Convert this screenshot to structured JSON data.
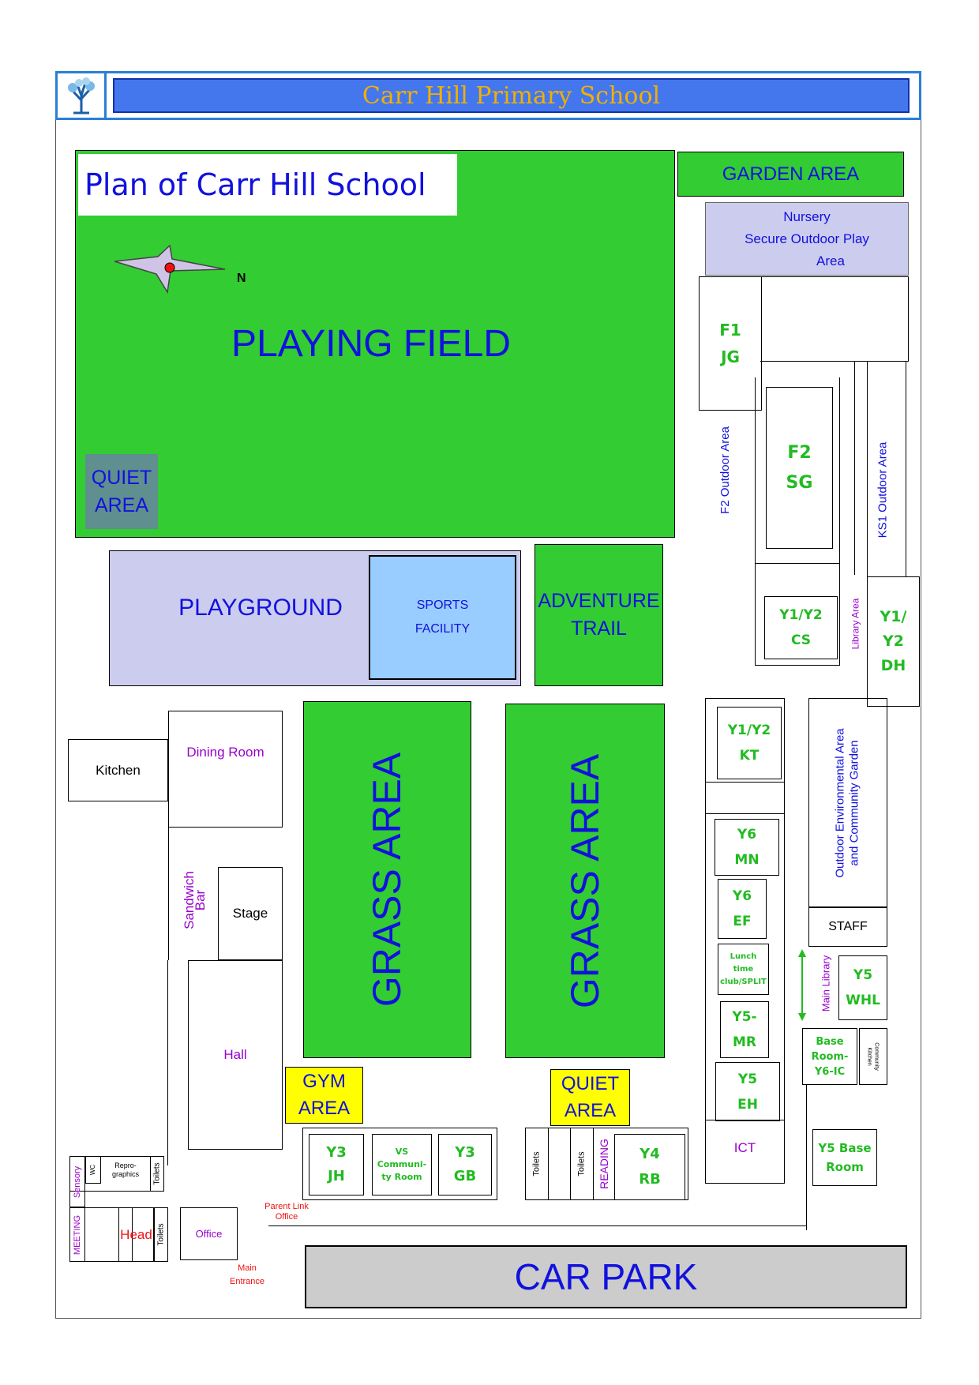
{
  "header": {
    "title": "Carr Hill Primary School",
    "logo_icon": "tree-icon"
  },
  "map_title": "Plan of Carr Hill School",
  "compass": {
    "icon": "compass-icon",
    "north_label": "N"
  },
  "areas": {
    "playing_field": "PLAYING FIELD",
    "quiet_area_top": [
      "QUIET",
      "AREA"
    ],
    "garden_area": "GARDEN AREA",
    "nursery": [
      "Nursery",
      "Secure Outdoor Play",
      "Area"
    ],
    "playground": "PLAYGROUND",
    "sports_facility": [
      "SPORTS",
      "FACILITY"
    ],
    "adventure_trail": [
      "ADVENTURE",
      "TRAIL"
    ],
    "grass_area_1": "GRASS AREA",
    "grass_area_2": "GRASS AREA",
    "gym_area": [
      "GYM",
      "AREA"
    ],
    "quiet_area_bottom": [
      "QUIET",
      "AREA"
    ],
    "car_park": "CAR PARK",
    "f2_outdoor": "F2 Outdoor Area",
    "ks1_outdoor": "KS1 Outdoor Area",
    "library_area": "Library Area",
    "environmental": [
      "Outdoor Environmental Area",
      "and Community Garden"
    ],
    "main_library": "Main Library"
  },
  "rooms": {
    "f1": [
      "F1",
      "JG"
    ],
    "f2": [
      "F2",
      "SG"
    ],
    "y1y2_cs": [
      "Y1/Y2",
      "CS"
    ],
    "y1y2_dh": [
      "Y1/",
      "Y2",
      "DH"
    ],
    "y1y2_kt": [
      "Y1/Y2",
      "KT"
    ],
    "y6_mn": [
      "Y6",
      "MN"
    ],
    "y6_ef": [
      "Y6",
      "EF"
    ],
    "lunch": [
      "Lunch",
      "time",
      "club/SPLIT"
    ],
    "y5_mr": [
      "Y5-",
      "MR"
    ],
    "y5_eh": [
      "Y5",
      "EH"
    ],
    "ict": "ICT",
    "staff": "STAFF",
    "y5_whl": [
      "Y5",
      "WHL"
    ],
    "base_room": [
      "Base",
      "Room-",
      "Y6-IC"
    ],
    "community_kitchen": [
      "Community",
      "Kitchen"
    ],
    "y5_base": [
      "Y5 Base",
      "Room"
    ],
    "kitchen": "Kitchen",
    "dining": "Dining Room",
    "sandwich_bar": [
      "Sandwich",
      "Bar"
    ],
    "stage": "Stage",
    "hall": "Hall",
    "y3_jh": [
      "Y3",
      "JH"
    ],
    "vs_room": [
      "VS",
      "Communi-",
      "ty Room"
    ],
    "y3_gb": [
      "Y3",
      "GB"
    ],
    "toilets_a": "Toilets",
    "toilets_b": "Toilets",
    "reading": "READING",
    "y4_rb": [
      "Y4",
      "RB"
    ],
    "sensory": "Sensory",
    "wc": "WC",
    "reprographics": [
      "Repro-",
      "graphics"
    ],
    "toilets_c": "Toilets",
    "meeting": "MEETING",
    "head": "Head",
    "toilets_d": "Toilets",
    "office": "Office",
    "parent_link": [
      "Parent Link",
      "Office"
    ],
    "main_entrance": [
      "Main",
      "Entrance"
    ]
  }
}
